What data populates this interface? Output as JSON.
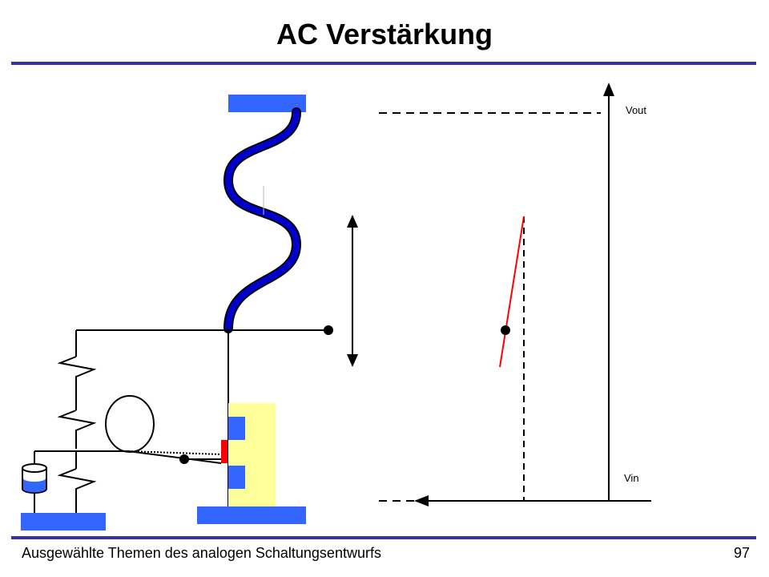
{
  "slide": {
    "title": "AC Verstärkung",
    "footer_left": "Ausgewählte Themen des analogen Schaltungsentwurfs",
    "page_number": "97"
  },
  "graph": {
    "y_axis_label": "Vout",
    "x_axis_label": "Vin"
  },
  "colors": {
    "rule": "#3333a8",
    "plate_blue": "#3366ff",
    "wire_dark_blue": "#0000cc",
    "channel_yellow": "#ffff99",
    "gain_line": "#ff0000",
    "gate_red": "#ff0000"
  }
}
